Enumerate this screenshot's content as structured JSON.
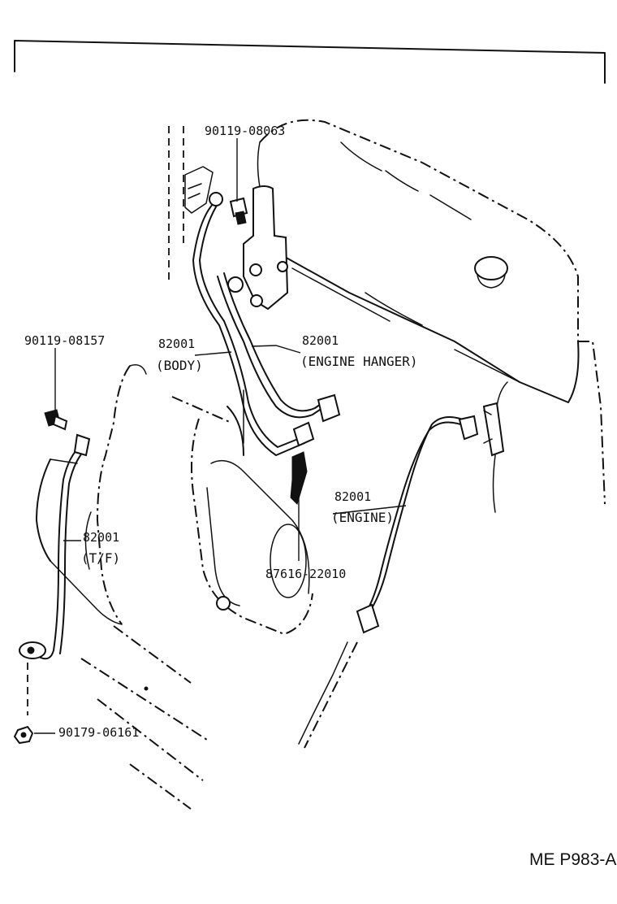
{
  "callouts": {
    "bolt_top": "90119-08063",
    "bolt_left": "90119-08157",
    "strap_body_num": "82001",
    "strap_body_name": "(BODY)",
    "strap_hanger_num": "82001",
    "strap_hanger_name": "(ENGINE HANGER)",
    "strap_engine_num": "82001",
    "strap_engine_name": "(ENGINE)",
    "strap_tf_num": "82001",
    "strap_tf_name": "(T/F)",
    "clamp": "87616-22010",
    "nut": "90179-06161"
  },
  "figure_code": "ME P983-A"
}
